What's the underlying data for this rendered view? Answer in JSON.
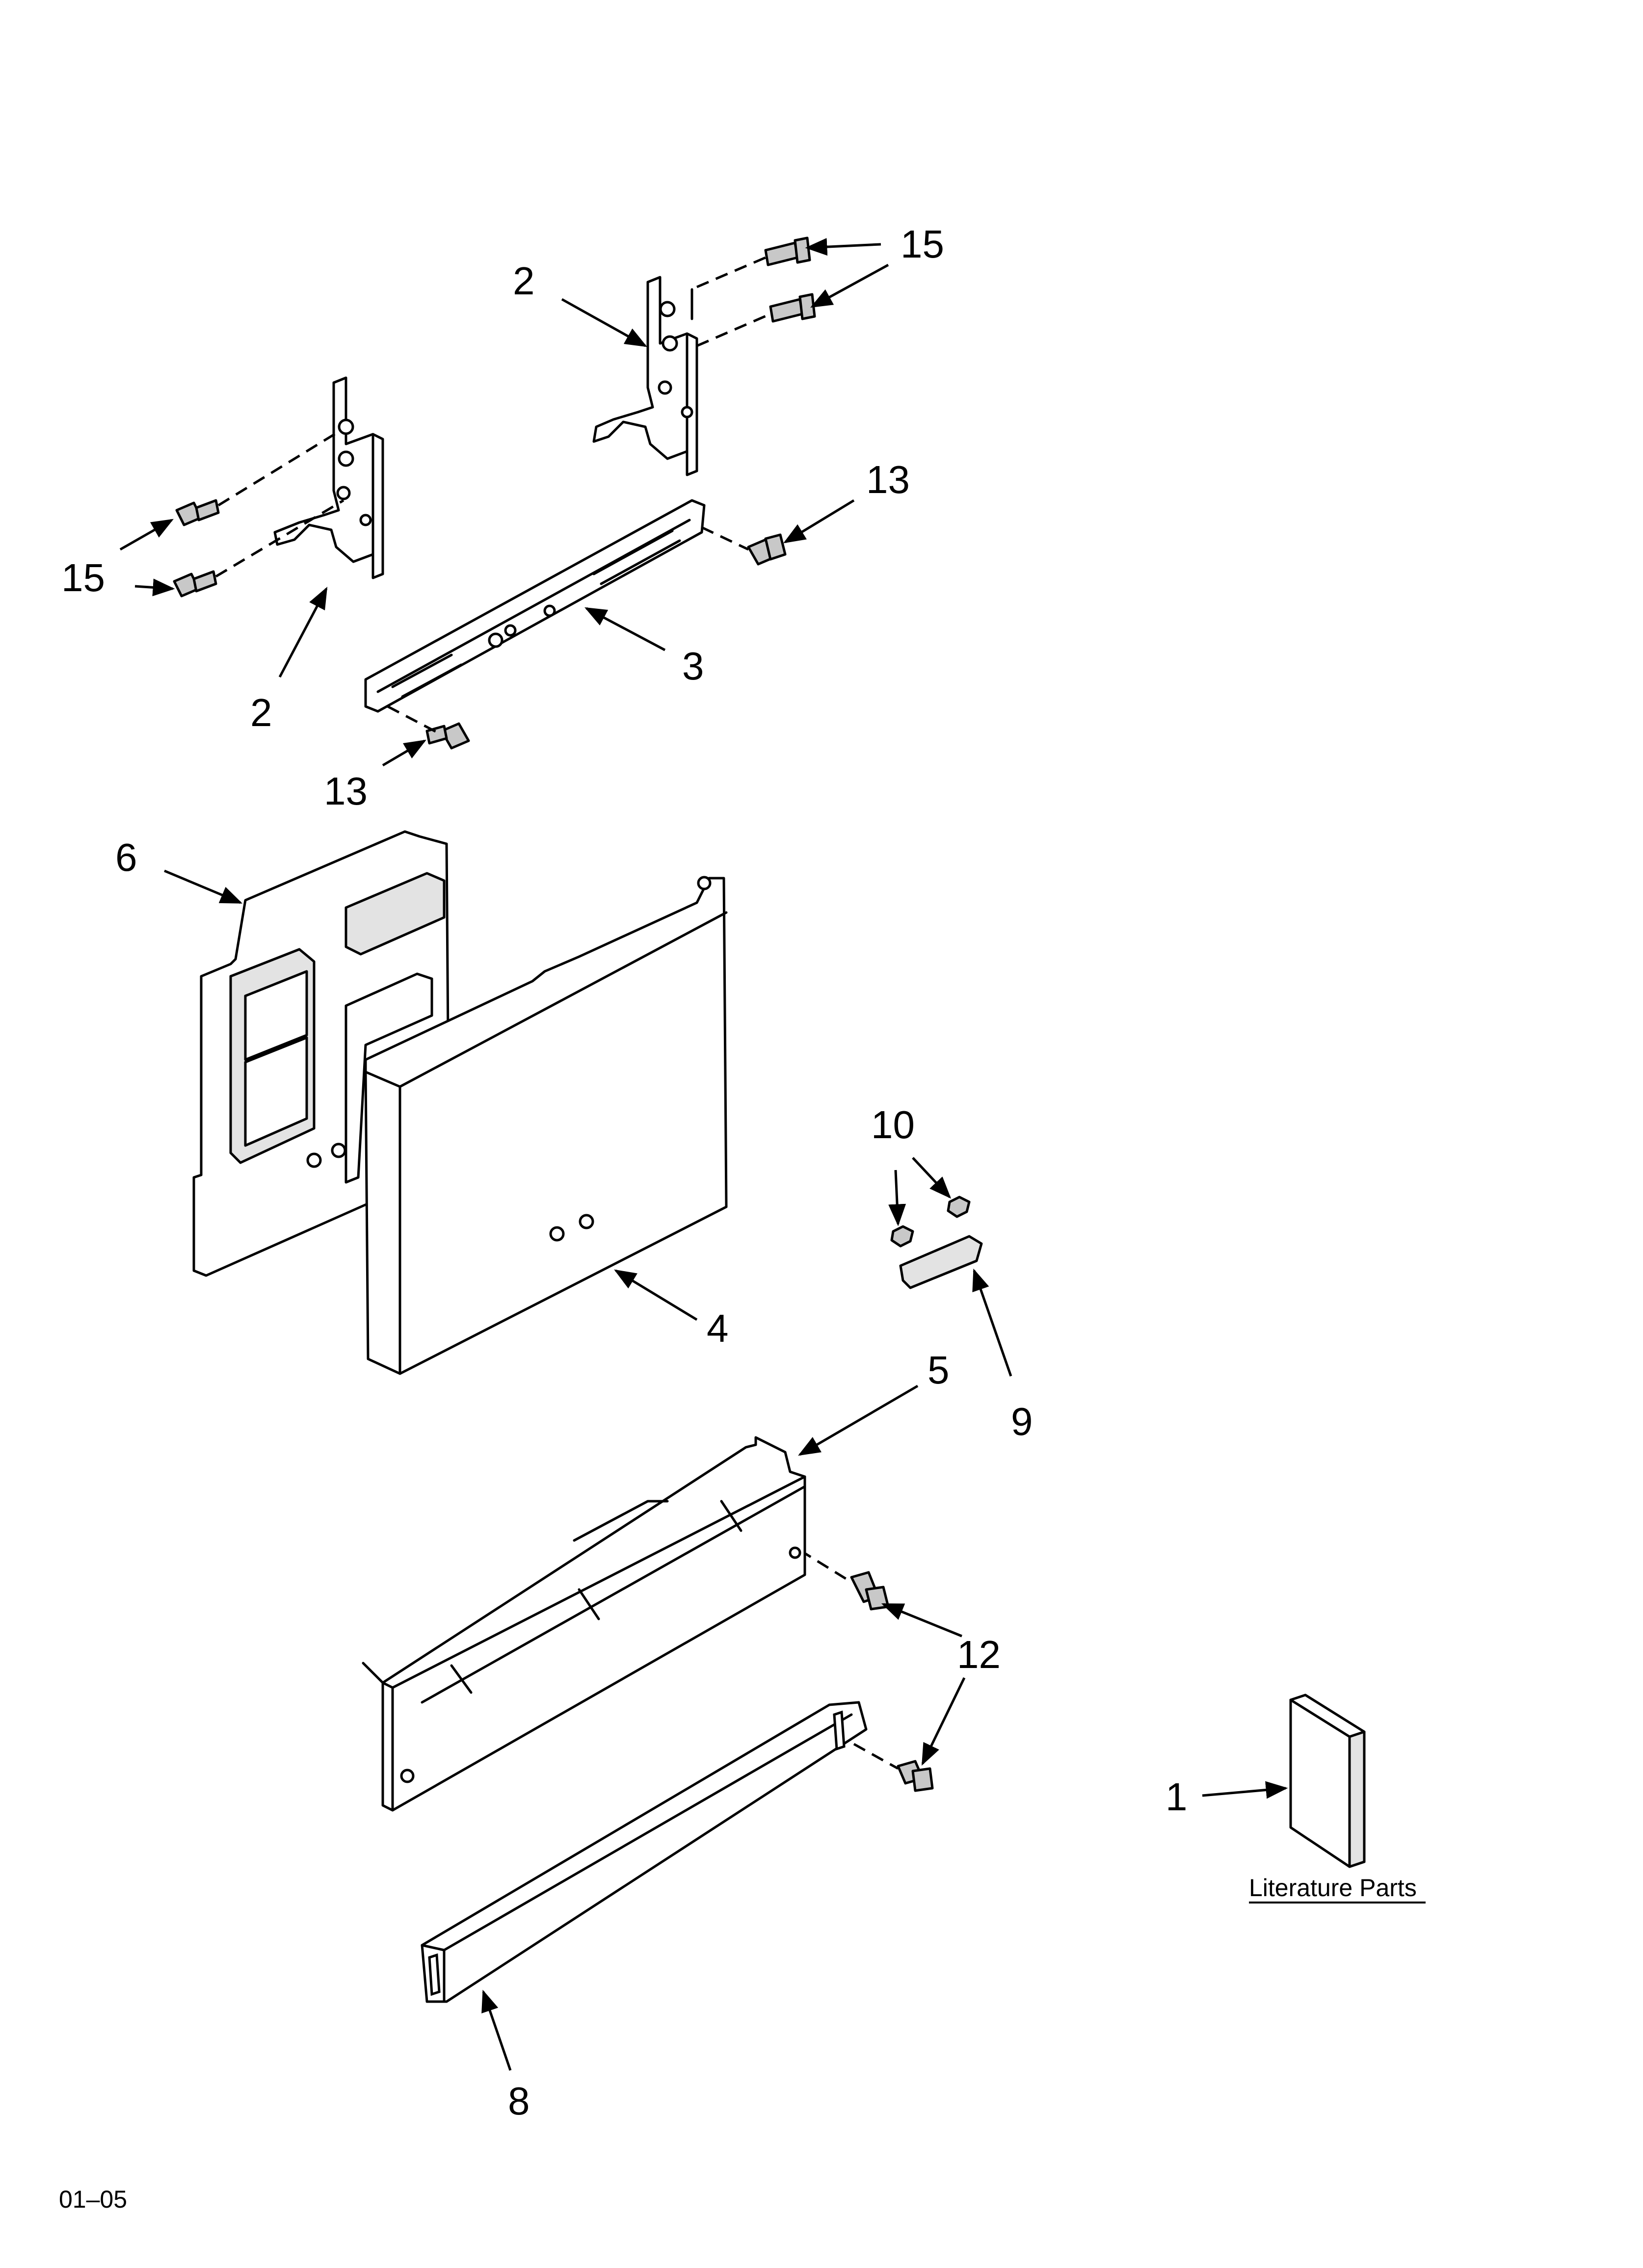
{
  "callouts": {
    "c15_top": "15",
    "c2_top": "2",
    "c13_top": "13",
    "c15_left": "15",
    "c2_left": "2",
    "c3": "3",
    "c13_left": "13",
    "c6": "6",
    "c10": "10",
    "c4": "4",
    "c9": "9",
    "c5": "5",
    "c12": "12",
    "c1": "1",
    "c8": "8"
  },
  "literature_label": "Literature Parts",
  "page_code": "01–05"
}
